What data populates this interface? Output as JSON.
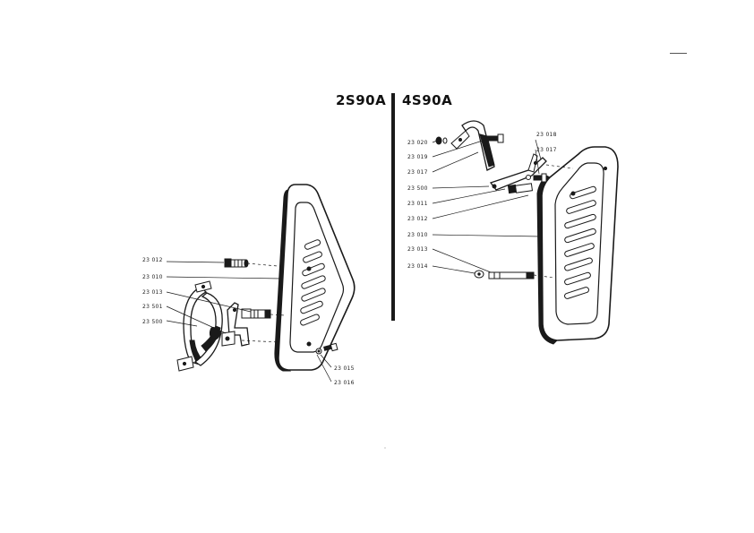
{
  "models": {
    "left": "2S90A",
    "right": "4S90A"
  },
  "labels_left": [
    {
      "id": "l1",
      "text": "23 012"
    },
    {
      "id": "l2",
      "text": "23 010"
    },
    {
      "id": "l3",
      "text": "23 013"
    },
    {
      "id": "l4",
      "text": "23 501"
    },
    {
      "id": "l5",
      "text": "23 500"
    },
    {
      "id": "l6",
      "text": "23 015"
    },
    {
      "id": "l7",
      "text": "23 016"
    }
  ],
  "labels_right": [
    {
      "id": "r1",
      "text": "23 020"
    },
    {
      "id": "r2",
      "text": "23 019"
    },
    {
      "id": "r3",
      "text": "23 017"
    },
    {
      "id": "r4",
      "text": "23 500"
    },
    {
      "id": "r5",
      "text": "23 011"
    },
    {
      "id": "r6",
      "text": "23 012"
    },
    {
      "id": "r7",
      "text": "23 010"
    },
    {
      "id": "r8",
      "text": "23 013"
    },
    {
      "id": "r9",
      "text": "23 014"
    },
    {
      "id": "r10",
      "text": "23 018"
    },
    {
      "id": "r11",
      "text": "23 017"
    }
  ],
  "colors": {
    "ink": "#1a1a1a",
    "paper": "#ffffff"
  }
}
